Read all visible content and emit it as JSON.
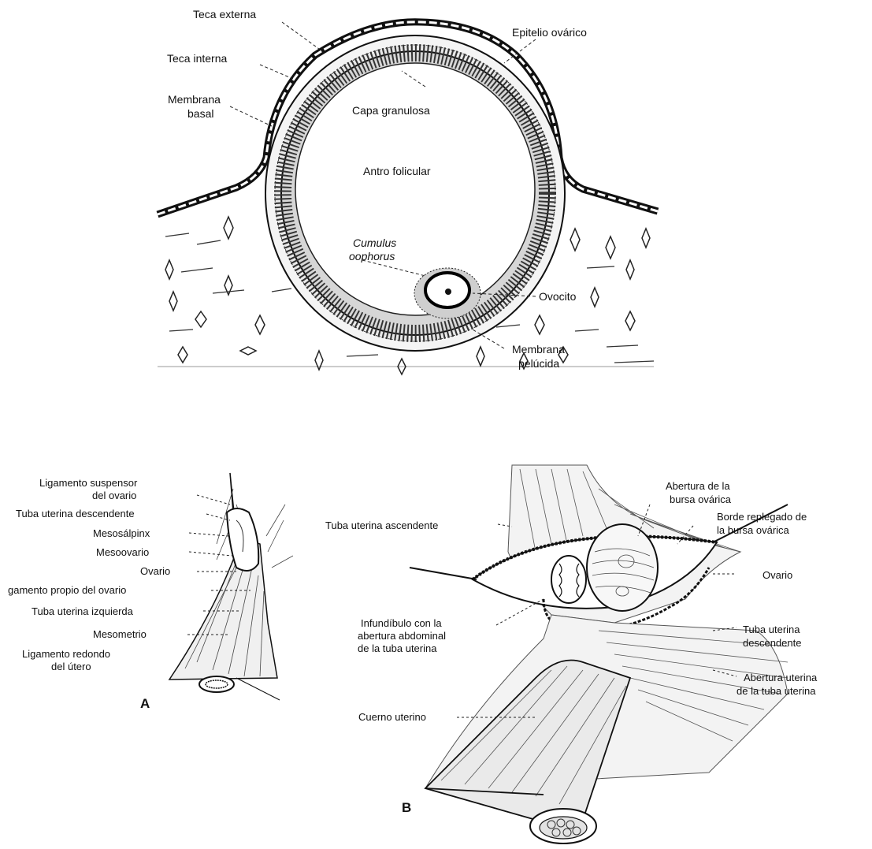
{
  "follicle": {
    "teca_externa": "Teca externa",
    "teca_interna": "Teca interna",
    "membrana_basal_1": "Membrana",
    "membrana_basal_2": "basal",
    "epitelio": "Epitelio ovárico",
    "capa_granulosa": "Capa granulosa",
    "antro": "Antro folicular",
    "cumulus_1": "Cumulus",
    "cumulus_2": "oophorus",
    "ovocito": "Ovocito",
    "pelucida_1": "Membrana",
    "pelucida_2": "pelúcida"
  },
  "panel_a": {
    "letter": "A",
    "lig_suspensor_1": "Ligamento suspensor",
    "lig_suspensor_2": "del ovario",
    "tuba_desc": "Tuba uterina descendente",
    "mesosalpinx": "Mesosálpinx",
    "mesoovario": "Mesoovario",
    "ovario": "Ovario",
    "lig_propio": "gamento propio del ovario",
    "tuba_izq": "Tuba uterina izquierda",
    "mesometrio": "Mesometrio",
    "lig_redondo_1": "Ligamento redondo",
    "lig_redondo_2": "del útero"
  },
  "panel_b": {
    "letter": "B",
    "abertura_bursa_1": "Abertura de la",
    "abertura_bursa_2": "bursa ovárica",
    "borde_1": "Borde replegado de",
    "borde_2": "la bursa ovárica",
    "tuba_asc": "Tuba uterina ascendente",
    "ovario": "Ovario",
    "infund_1": "Infundíbulo con la",
    "infund_2": "abertura abdominal",
    "infund_3": "de la tuba uterina",
    "tuba_desc_1": "Tuba uterina",
    "tuba_desc_2": "descendente",
    "abertura_ut_1": "Abertura uterina",
    "abertura_ut_2": "de la tuba uterina",
    "cuerno": "Cuerno uterino"
  }
}
